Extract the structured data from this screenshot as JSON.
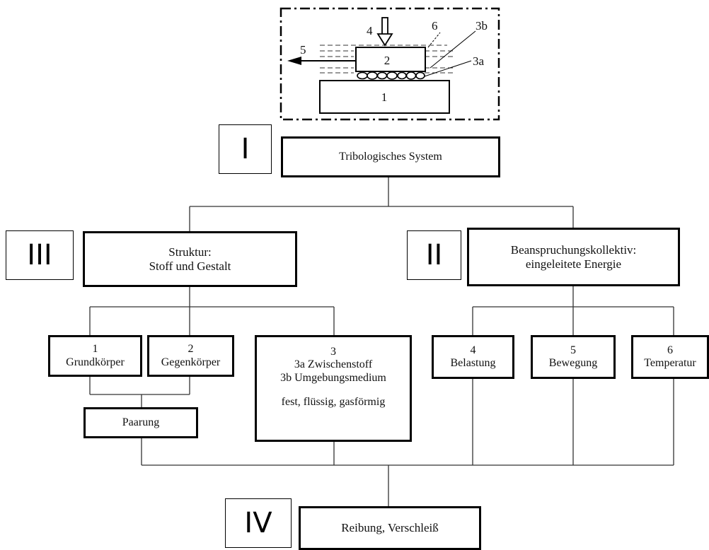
{
  "sketch": {
    "part_base": "1",
    "part_counter": "2",
    "label_3a": "3a",
    "label_3b": "3b",
    "label_load": "4",
    "label_motion": "5",
    "label_medium": "6"
  },
  "roman": {
    "i": "I",
    "ii": "II",
    "iii": "III",
    "iv": "IV"
  },
  "system": {
    "title": "Tribologisches System"
  },
  "structure": {
    "line1": "Struktur:",
    "line2": "Stoff und Gestalt"
  },
  "load_collective": {
    "line1": "Beanspruchungskollektiv:",
    "line2": "eingeleitete Energie"
  },
  "base_body": {
    "number": "1",
    "label": "Grundkörper"
  },
  "counter_body": {
    "number": "2",
    "label": "Gegenkörper"
  },
  "pairing": {
    "label": "Paarung"
  },
  "intermediate": {
    "number": "3",
    "line1": "3a Zwischenstoff",
    "line2": "3b Umgebungsmedium",
    "line3": "fest, flüssig, gasförmig"
  },
  "loading": {
    "number": "4",
    "label": "Belastung"
  },
  "motion": {
    "number": "5",
    "label": "Bewegung"
  },
  "temperature": {
    "number": "6",
    "label": "Temperatur"
  },
  "result": {
    "label": "Reibung, Verschleiß"
  }
}
